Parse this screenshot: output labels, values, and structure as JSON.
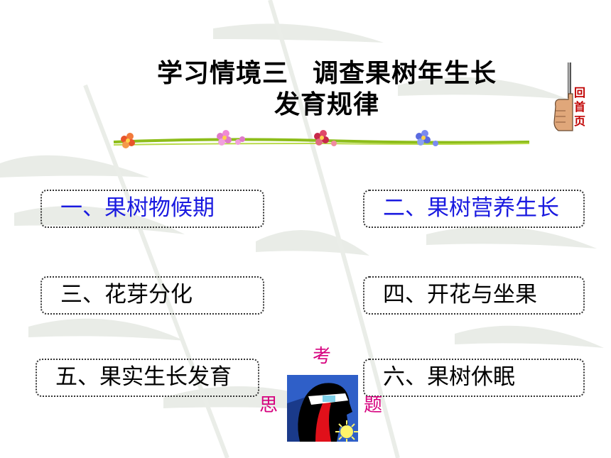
{
  "title": {
    "line1_a": "学习情境三",
    "line1_b": "调查果树年生长",
    "line2": "发育规律"
  },
  "home_button": {
    "chars": [
      "回",
      "首",
      "页"
    ]
  },
  "menu": [
    {
      "label": "一、果树物候期",
      "color": "#1a1ae0"
    },
    {
      "label": "二、果树营养生长",
      "color": "#1a1ae0"
    },
    {
      "label": "三、花芽分化",
      "color": "#000000"
    },
    {
      "label": "四、开花与坐果",
      "color": "#000000"
    },
    {
      "label": "五、果实生长发育",
      "color": "#000000"
    },
    {
      "label": "六、果树休眠",
      "color": "#000000"
    }
  ],
  "think_label": {
    "c1": "考",
    "c2": "思",
    "c3": "题"
  },
  "colors": {
    "accent_text": "#1a1ae0",
    "think_text": "#d6007e",
    "home_text": "#c00000",
    "vine": "#8dbd1a"
  }
}
